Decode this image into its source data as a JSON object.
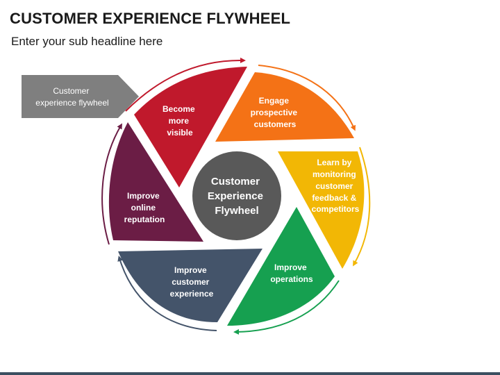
{
  "header": {
    "title": "CUSTOMER EXPERIENCE FLYWHEEL",
    "subtitle": "Enter your sub headline here"
  },
  "callout": {
    "lines": [
      "Customer",
      "experience flywheel"
    ],
    "color": "#7f7f7f"
  },
  "center": {
    "lines": [
      "Customer",
      "Experience",
      "Flywheel"
    ],
    "color": "#595959"
  },
  "segments": [
    {
      "id": "become-more-visible",
      "lines": [
        "Become",
        "more",
        "visible"
      ],
      "color": "#c0192c"
    },
    {
      "id": "engage-prospective-customers",
      "lines": [
        "Engage",
        "prospective",
        "customers"
      ],
      "color": "#f47216"
    },
    {
      "id": "learn-by-monitoring",
      "lines": [
        "Learn by",
        "monitoring",
        "customer",
        "feedback &",
        "competitors"
      ],
      "color": "#f2b705"
    },
    {
      "id": "improve-operations",
      "lines": [
        "Improve",
        "operations"
      ],
      "color": "#16a050"
    },
    {
      "id": "improve-customer-experience",
      "lines": [
        "Improve",
        "customer",
        "experience"
      ],
      "color": "#44546a"
    },
    {
      "id": "improve-online-reputation",
      "lines": [
        "Improve",
        "online",
        "reputation"
      ],
      "color": "#6b1d45"
    }
  ]
}
